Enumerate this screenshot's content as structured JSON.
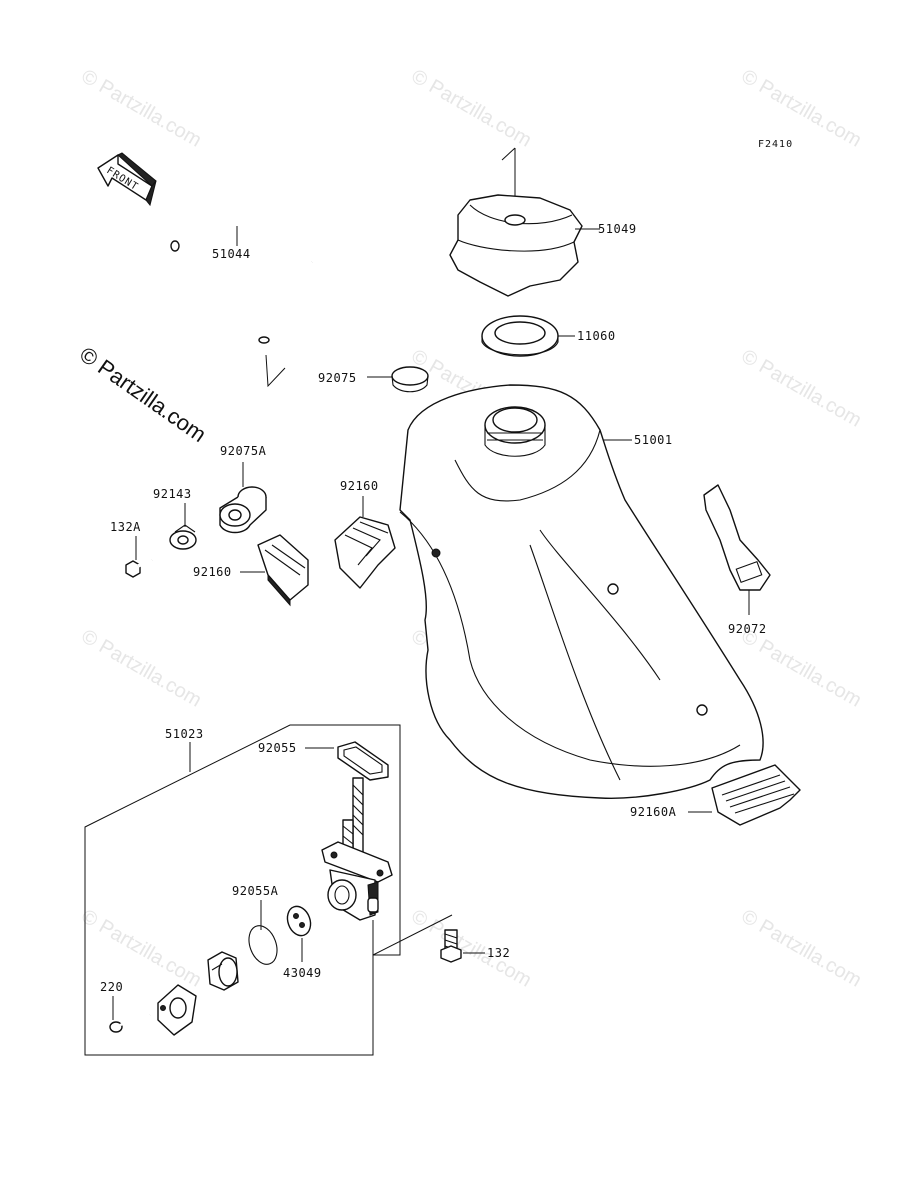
{
  "diagram_code": "F2410",
  "front_arrow_label": "FRONT",
  "watermark": {
    "text": "© Partzilla.com",
    "main_text": "© Partzilla.com"
  },
  "part_labels": {
    "p51044": "51044",
    "p51049": "51049",
    "p11060": "11060",
    "p92075": "92075",
    "p51001": "51001",
    "p92075A": "92075A",
    "p92143": "92143",
    "p132A": "132A",
    "p92160_left": "92160",
    "p92160_mid": "92160",
    "p92072": "92072",
    "p51023": "51023",
    "p92055": "92055",
    "p92160A": "92160A",
    "p92055A": "92055A",
    "p43049": "43049",
    "p132": "132",
    "p220": "220"
  }
}
